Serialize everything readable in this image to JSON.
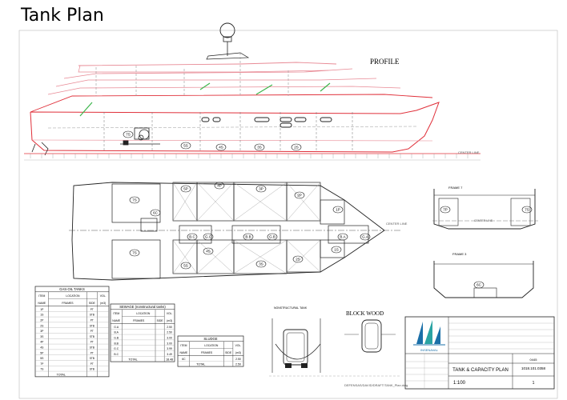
{
  "slide_title": "Tank Plan",
  "profile_label": "PROFILE",
  "center_line_label": "CENTER LINE",
  "frame_label_1": "FRAME 7",
  "frame_label_2": "FRAME 3",
  "block_wood_label": "BLOCK WOOD",
  "nonstructural_tank_label": "NONSTRUCTURAL TANK",
  "tank_labels": {
    "profile": [
      "7S",
      "5S",
      "4S",
      "3S",
      "2S"
    ],
    "plan_port": [
      "7S",
      "5S",
      "4S",
      "3S",
      "2S",
      "1S"
    ],
    "plan_stbd": [
      "7S",
      "6C",
      "5P",
      "4P",
      "3P",
      "2P",
      "1P"
    ],
    "plan_center": [
      "B.C",
      "G.C",
      "B.B",
      "G.B",
      "B.A",
      "G.A"
    ],
    "section_1": [
      "7P",
      "7S"
    ],
    "section_2": [
      "6C"
    ]
  },
  "gas_oil_table": {
    "title": "GAS-OIL TANKS",
    "headers": [
      "ITEM",
      "LOCATION",
      "FRAMES",
      "SIDE",
      "VOL.",
      "(m3)",
      "NAME"
    ],
    "rows": [
      [
        "1P",
        "",
        "PT",
        ""
      ],
      [
        "1S",
        "",
        "STB",
        ""
      ],
      [
        "2P",
        "",
        "PT",
        ""
      ],
      [
        "2S",
        "",
        "STB",
        ""
      ],
      [
        "3P",
        "",
        "PT",
        ""
      ],
      [
        "3S",
        "",
        "STB",
        ""
      ],
      [
        "4P",
        "",
        "PT",
        ""
      ],
      [
        "4S",
        "",
        "STB",
        ""
      ],
      [
        "5P",
        "",
        "PT",
        ""
      ],
      [
        "5S",
        "",
        "STB",
        ""
      ],
      [
        "7P",
        "",
        "PT",
        ""
      ],
      [
        "7S",
        "",
        "STB",
        ""
      ]
    ],
    "total_label": "TOTAL"
  },
  "sewage_table": {
    "title": "SEWAGE (nonstructural tanks)",
    "headers": [
      "ITEM",
      "LOCATION",
      "FRAMES",
      "SIDE",
      "VOL.",
      "(m3)",
      "NAME"
    ],
    "rows": [
      [
        "G.A",
        "",
        "",
        "2.50"
      ],
      [
        "B.A",
        "",
        "",
        "2.50"
      ],
      [
        "G.B",
        "",
        "",
        "3.00"
      ],
      [
        "B.B",
        "",
        "",
        "3.00"
      ],
      [
        "G.C",
        "",
        "",
        "3.99"
      ],
      [
        "B.C",
        "",
        "",
        "3.49"
      ]
    ],
    "total_label": "TOTAL",
    "total_value": "18.48"
  },
  "sludge_table": {
    "title": "SLUDGE",
    "headers": [
      "ITEM",
      "LOCATION",
      "FRAMES",
      "SIDE",
      "VOL.",
      "(m3)",
      "NAME"
    ],
    "rows": [
      [
        "6C",
        "",
        "",
        "2.50"
      ]
    ],
    "total_label": "TOTAL",
    "total_value": "2.50"
  },
  "title_block": {
    "company": "INSENAVAL",
    "drawing_title": "TANK & CAPACITY PLAN",
    "scale": "1:100",
    "drawing_number": "1018.101.0358",
    "sheet": "1",
    "project": "0445"
  },
  "file_path": "DEFENSAS/DAVID/DRAFT/TANK_Plan.dwg",
  "colors": {
    "structure_red": "#e0303a",
    "detail_pink": "#e88a95",
    "outline": "#222222",
    "hatch_green": "#3bb54a",
    "logo_blue": "#1a6fa8",
    "logo_teal": "#2aa3a3"
  }
}
